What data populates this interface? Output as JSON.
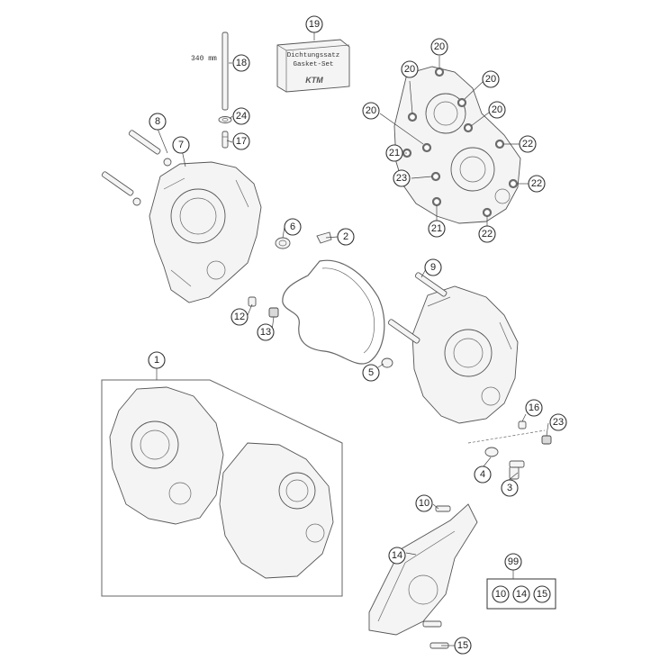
{
  "gasket_box": {
    "line1": "Dichtungssatz",
    "line2": "Gasket-Set",
    "logo": "KTM"
  },
  "dimension_label": "340 mm",
  "callouts": {
    "c1": "1",
    "c2": "2",
    "c3": "3",
    "c4": "4",
    "c5": "5",
    "c6": "6",
    "c7": "7",
    "c8": "8",
    "c9": "9",
    "c10a": "10",
    "c12": "12",
    "c13": "13",
    "c14": "14",
    "c15": "15",
    "c16": "16",
    "c17": "17",
    "c18": "18",
    "c19": "19",
    "c20a": "20",
    "c20b": "20",
    "c20c": "20",
    "c20d": "20",
    "c20e": "20",
    "c21a": "21",
    "c21b": "21",
    "c22a": "22",
    "c22b": "22",
    "c22c": "22",
    "c23a": "23",
    "c23b": "23",
    "c24": "24",
    "c99": "99",
    "kit10": "10",
    "kit14": "14",
    "kit15": "15"
  }
}
